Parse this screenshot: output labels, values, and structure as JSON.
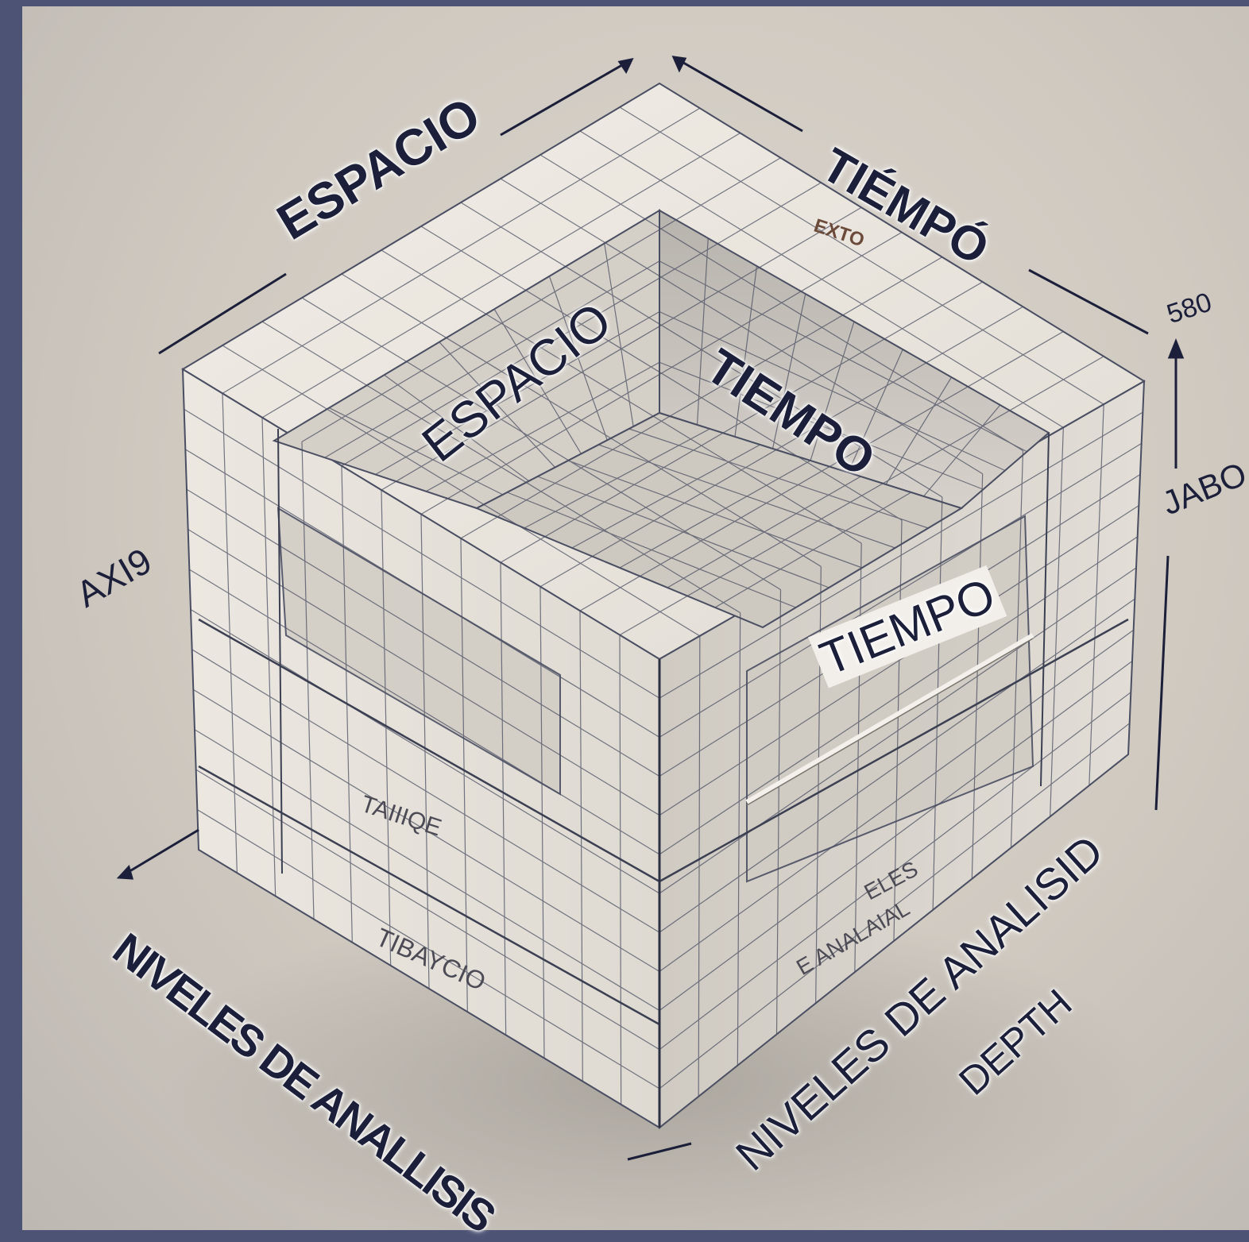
{
  "labels": {
    "top_left_espacio": "ESPACIO",
    "top_right_tiempo": "TIÉMPÓ",
    "top_small_tag": "EXTO",
    "dim_top": "580",
    "axis_left": "AXI9",
    "right_side": "JABO",
    "inner_espacio": "ESPACIO",
    "inner_tiempo": "TIEMPO",
    "front_tiempo": "TIEMPO",
    "front_small_a": "TAIIIQE",
    "front_small_b": "TIBAYCIO",
    "right_small_a": "ELES",
    "right_small_b": "E ANALAIAL",
    "bottom_left": "NIVELES DE ANALLISIS",
    "bottom_right": "NIVELES DE ANALISID",
    "bottom_depth": "DEPTH"
  },
  "colors": {
    "background": "#d5d0c8",
    "frame": "#4d5375",
    "cube_light": "#ece8e1",
    "cube_mid": "#d9d4cc",
    "cube_dark": "#b8b4ae",
    "grid_line": "#4a4e62",
    "text": "#1b1f3a"
  }
}
